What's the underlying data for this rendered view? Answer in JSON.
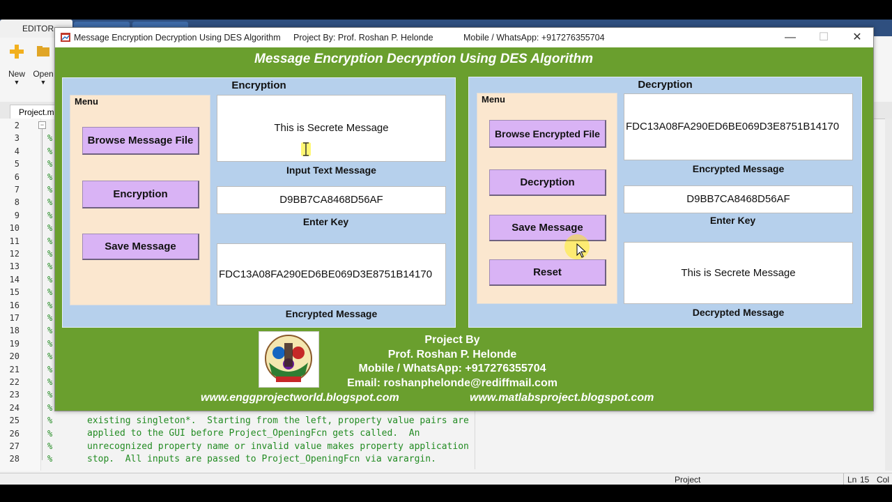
{
  "background_editor": {
    "tab_label": "EDITOR",
    "ribbon": {
      "new_label": "New",
      "open_label": "Open"
    },
    "file_tab": "Project.m",
    "line_numbers": [
      "2",
      "3",
      "4",
      "5",
      "6",
      "7",
      "8",
      "9",
      "10",
      "11",
      "12",
      "13",
      "14",
      "15",
      "16",
      "17",
      "18",
      "19",
      "20",
      "21",
      "22",
      "23",
      "24",
      "25",
      "26",
      "27",
      "28"
    ],
    "code_lines": [
      "existing singleton*.  Starting from the left, property value pairs are",
      "applied to the GUI before Project_OpeningFcn gets called.  An",
      "unrecognized property name or invalid value makes property application",
      "stop.  All inputs are passed to Project_OpeningFcn via varargin."
    ],
    "comment_char": "%",
    "status": {
      "file": "Project",
      "ln": "Ln",
      "ln_value": "15",
      "col": "Col"
    }
  },
  "window": {
    "title": "Message Encryption Decryption Using DES Algorithm",
    "project_by": "Project By: Prof. Roshan P. Helonde",
    "mobile": "Mobile / WhatsApp: +917276355704",
    "minimize": "—",
    "maximize": "☐",
    "close": "✕"
  },
  "app": {
    "heading": "Message Encryption Decryption Using DES Algorithm",
    "encryption_panel": {
      "title": "Encryption",
      "menu_title": "Menu",
      "buttons": {
        "browse": "Browse Message File",
        "encrypt": "Encryption",
        "save": "Save Message"
      },
      "input_text": "This is Secrete Message",
      "input_label": "Input Text Message",
      "key": "D9BB7CA8468D56AF",
      "key_label": "Enter Key",
      "encrypted_text": "FDC13A08FA290ED6BE069D3E8751B14170",
      "encrypted_label": "Encrypted Message"
    },
    "decryption_panel": {
      "title": "Decryption",
      "menu_title": "Menu",
      "buttons": {
        "browse": "Browse Encrypted File",
        "decrypt": "Decryption",
        "save": "Save Message",
        "reset": "Reset"
      },
      "encrypted_text": "FDC13A08FA290ED6BE069D3E8751B14170",
      "encrypted_label": "Encrypted Message",
      "key": "D9BB7CA8468D56AF",
      "key_label": "Enter Key",
      "decrypted_text": "This is Secrete Message",
      "decrypted_label": "Decrypted Message"
    },
    "credits": {
      "line1": "Project By",
      "line2": "Prof. Roshan P. Helonde",
      "line3": "Mobile / WhatsApp: +917276355704",
      "line4": "Email: roshanphelonde@rediffmail.com",
      "website1": "www.enggprojectworld.blogspot.com",
      "website2": "www.matlabsproject.blogspot.com"
    },
    "colors": {
      "figure_bg": "#6a9f2e",
      "panel_bg": "#b6d0ec",
      "menu_bg": "#fbe7cf",
      "button_bg": "#d9b3f5"
    }
  }
}
